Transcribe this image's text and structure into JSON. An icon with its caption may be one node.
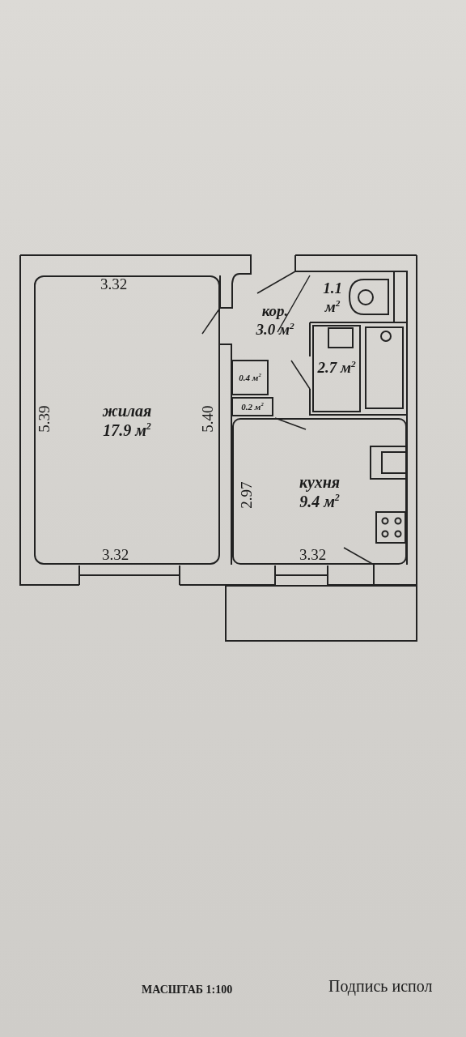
{
  "diagram": {
    "nodes": [
      {
        "text": [
          "жилая",
          "17.9 м$^{2}$"
        ]
      },
      {
        "text": [
          "кор.",
          "3.0 м$^{2}$"
        ]
      },
      {
        "text": [
          "1.1 м$^{2}$"
        ]
      },
      {
        "text": [
          "2.7 м$^{2}$"
        ]
      },
      {
        "text": [
          "0.4 м$^{2}$"
        ]
      },
      {
        "text": [
          "0.2 м$^{2}$"
        ]
      },
      {
        "text": [
          "кухня",
          "9.4 м$^{2}$"
        ]
      },
      {
        "text": [],
        "shape": "box"
      }
    ],
    "labels": [
      "3.32",
      "5.39",
      "5.40",
      "2.97",
      "3.32",
      "3.32",
      "МАСШТАБ 1:100",
      "Подпись испол"
    ]
  }
}
